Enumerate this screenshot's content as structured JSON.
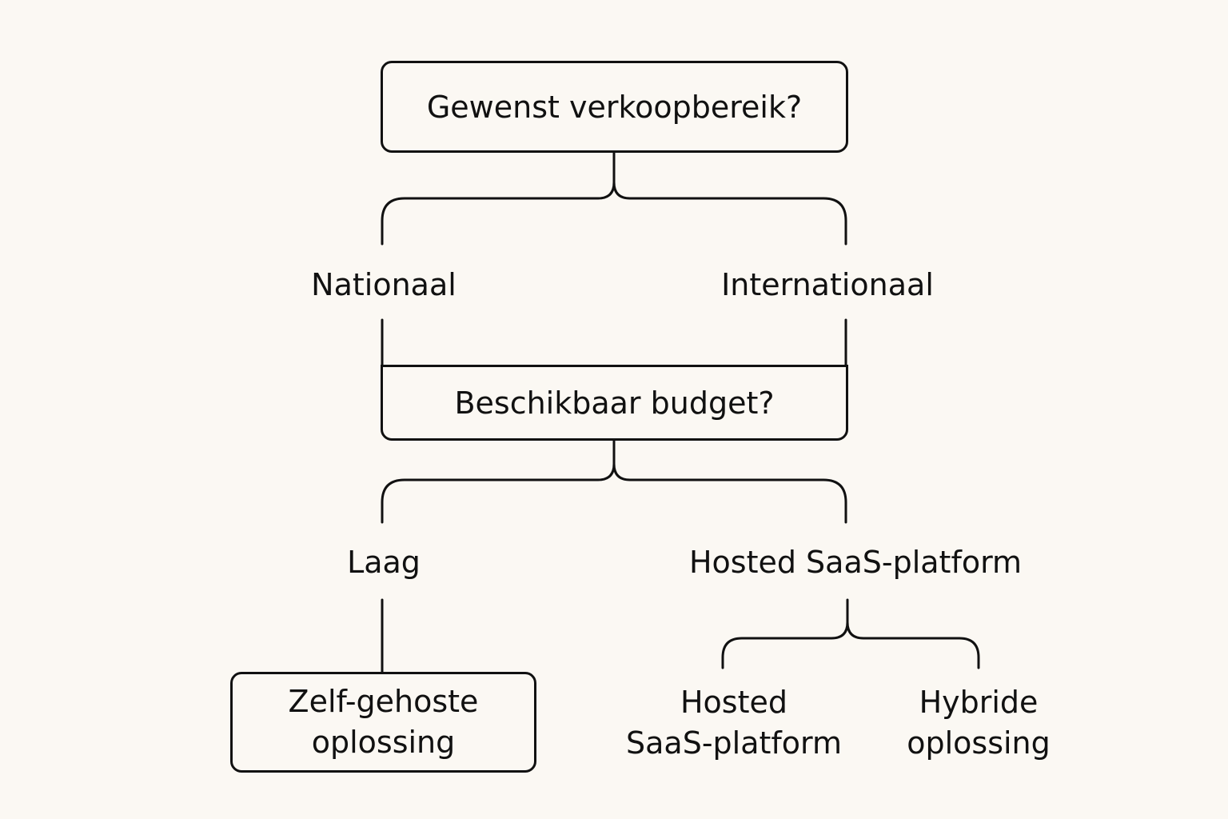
{
  "diagram": {
    "root_question": "Gewenst verkoopbereik?",
    "reach_options": {
      "left": "Nationaal",
      "right": "Internationaal"
    },
    "budget_question": "Beschikbaar budget?",
    "budget_options": {
      "left": "Laag",
      "right": "Hosted SaaS-platform"
    },
    "outcomes": {
      "self_hosted": [
        "Zelf-gehoste",
        "oplossing"
      ],
      "hosted_saas": [
        "Hosted",
        "SaaS-platform"
      ],
      "hybrid": [
        "Hybride",
        "oplossing"
      ]
    }
  },
  "colors": {
    "background": "#fbf8f3",
    "stroke": "#111111",
    "text": "#111111"
  }
}
